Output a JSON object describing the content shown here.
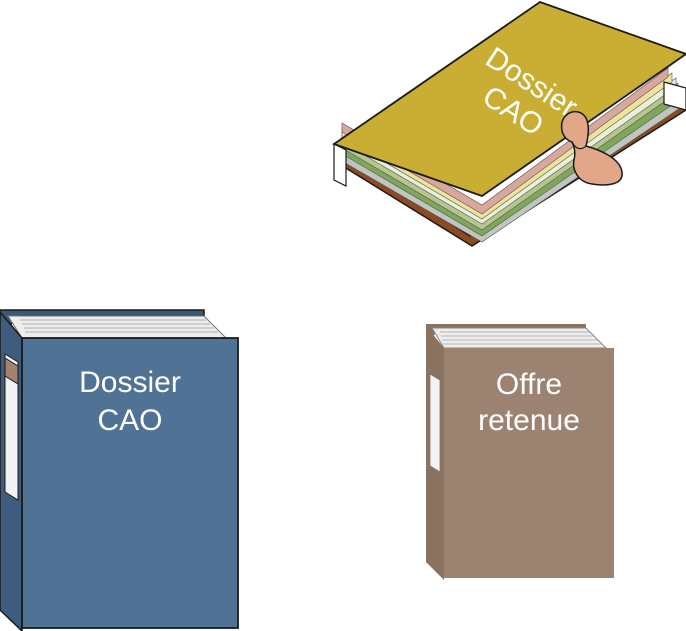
{
  "binders": [
    {
      "name": "folder-open",
      "label_lines": [
        "Dossier",
        "CAO"
      ],
      "cover_color": "#C9AE33",
      "page_colors": [
        "#D9A79C",
        "#EFE39A",
        "#E8F0D8",
        "#B7C58E",
        "#7FA65A",
        "#BFC6C0"
      ]
    },
    {
      "name": "binder-blue",
      "label_lines": [
        "Dossier",
        "CAO"
      ],
      "cover_color": "#4F7295"
    },
    {
      "name": "binder-brown",
      "label_lines": [
        "Offre",
        "retenue"
      ],
      "cover_color": "#9C8371"
    }
  ],
  "colors": {
    "outline": "#1A1A1A",
    "pages": "#EDEDED",
    "clasp": "#E2A688"
  }
}
